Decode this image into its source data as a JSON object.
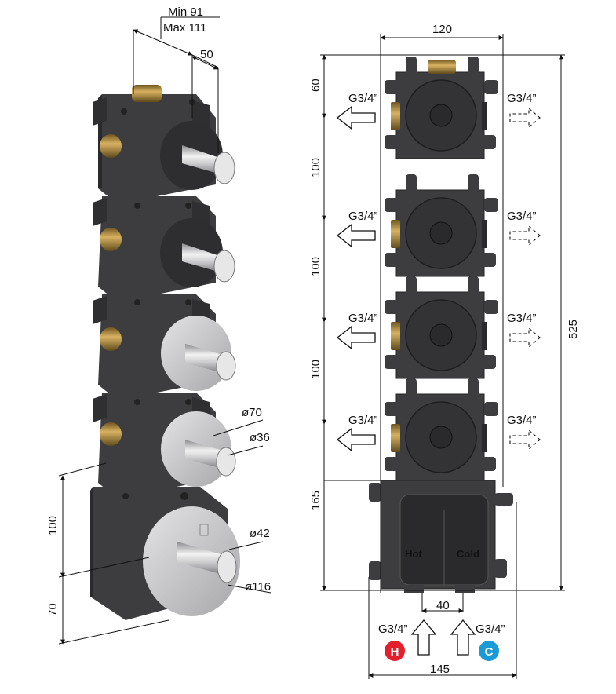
{
  "left_view": {
    "depth_min": "Min 91",
    "depth_max": "Max 111",
    "spindle_offset": "50",
    "rosette_diameter": "ø70",
    "handle_diameter": "ø36",
    "thermo_handle_diameter": "ø42",
    "thermo_rosette_diameter": "ø116",
    "spacing_100": "100",
    "spacing_70": "70"
  },
  "right_view": {
    "total_width": "120",
    "total_height": "525",
    "top_offset": "60",
    "spacings": [
      "100",
      "100",
      "100"
    ],
    "bottom_height": "165",
    "outlets_left": [
      "G3/4”",
      "G3/4”",
      "G3/4”",
      "G3/4”"
    ],
    "outlets_right": [
      "G3/4”",
      "G3/4”",
      "G3/4”",
      "G3/4”"
    ],
    "inlet_spacing": "40",
    "base_width": "145",
    "hot_label": "Hot",
    "cold_label": "Cold",
    "hot_inlet_thread": "G3/4”",
    "cold_inlet_thread": "G3/4”",
    "hot_badge": "H",
    "cold_badge": "C"
  },
  "colors": {
    "body": "#3d3d40",
    "body_dark": "#2a2a2c",
    "chrome": "#b9b9bc",
    "brass": "#b08a3a",
    "hot": "#e21f2a",
    "cold": "#1a9ad6"
  }
}
